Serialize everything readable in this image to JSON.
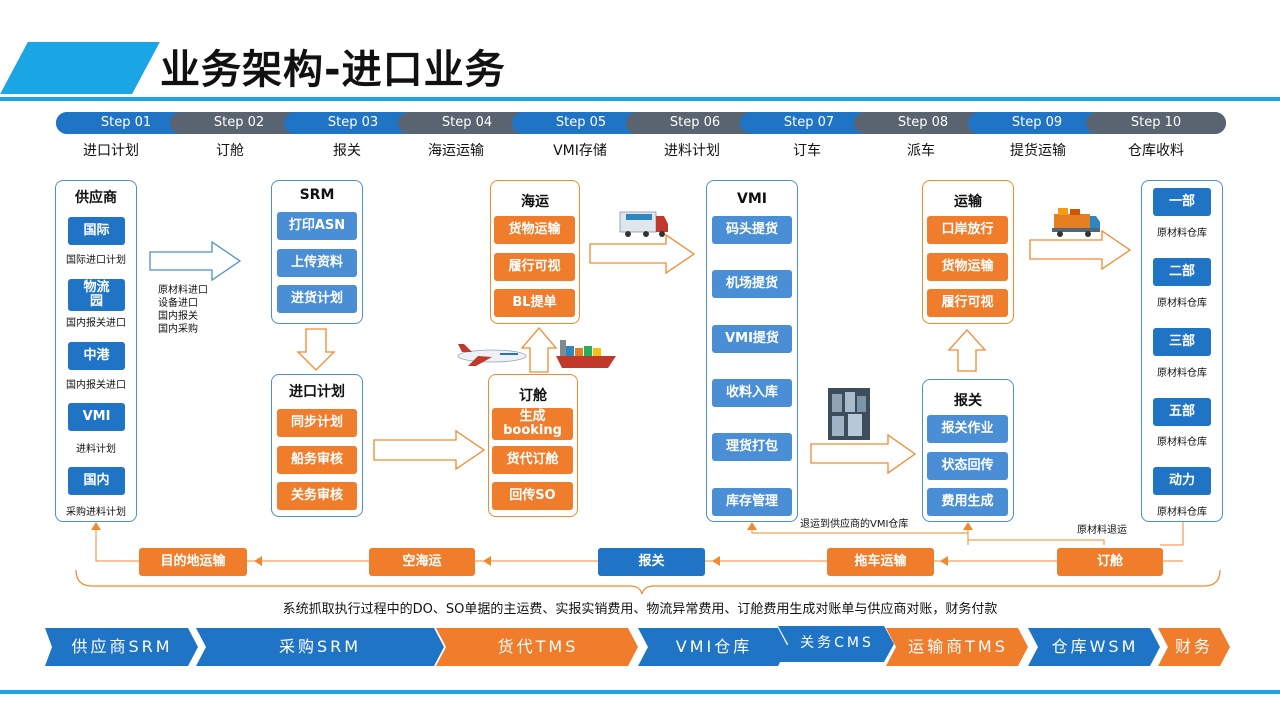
{
  "title": "业务架构-进口业务",
  "steps": [
    {
      "label": "Step 01",
      "name": "进口计划"
    },
    {
      "label": "Step 02",
      "name": "订舱"
    },
    {
      "label": "Step 03",
      "name": "报关"
    },
    {
      "label": "Step 04",
      "name": "海运运输"
    },
    {
      "label": "Step 05",
      "name": "VMI存储"
    },
    {
      "label": "Step 06",
      "name": "进料计划"
    },
    {
      "label": "Step 07",
      "name": "订车"
    },
    {
      "label": "Step 08",
      "name": "派车"
    },
    {
      "label": "Step 09",
      "name": "提货运输"
    },
    {
      "label": "Step 10",
      "name": "仓库收料"
    }
  ],
  "supplier": {
    "title": "供应商",
    "items": [
      {
        "label": "国际",
        "caption": "国际进口计划"
      },
      {
        "label": "物流\n园",
        "caption": "国内报关进口"
      },
      {
        "label": "中港",
        "caption": "国内报关进口"
      },
      {
        "label": "VMI",
        "caption": "进料计划"
      },
      {
        "label": "国内",
        "caption": "采购进料计划"
      }
    ]
  },
  "supplier_note": [
    "原材料进口",
    "设备进口",
    "国内报关",
    "国内采购"
  ],
  "srm": {
    "title": "SRM",
    "items": [
      "打印ASN",
      "上传资料",
      "进货计划"
    ]
  },
  "import_plan": {
    "title": "进口计划",
    "items": [
      "同步计划",
      "船务审核",
      "关务审核"
    ]
  },
  "sea": {
    "title": "海运",
    "items": [
      "货物运输",
      "履行可视",
      "BL提单"
    ]
  },
  "booking": {
    "title": "订舱",
    "items": [
      "生成\nbooking",
      "货代订舱",
      "回传SO"
    ]
  },
  "vmi": {
    "title": "VMI",
    "items": [
      "码头提货",
      "机场提货",
      "VMI提货",
      "收料入库",
      "理货打包",
      "库存管理"
    ]
  },
  "transport": {
    "title": "运输",
    "items": [
      "口岸放行",
      "货物运输",
      "履行可视"
    ]
  },
  "customs": {
    "title": "报关",
    "items": [
      "报关作业",
      "状态回传",
      "费用生成"
    ]
  },
  "warehouse": {
    "items": [
      {
        "label": "一部",
        "caption": "原材料仓库"
      },
      {
        "label": "二部",
        "caption": "原材料仓库"
      },
      {
        "label": "三部",
        "caption": "原材料仓库"
      },
      {
        "label": "五部",
        "caption": "原材料仓库"
      },
      {
        "label": "动力",
        "caption": "原材料仓库"
      }
    ]
  },
  "return_notes": {
    "vmi": "退运到供应商的VMI仓库",
    "material": "原材料退运"
  },
  "return_flow": [
    "目的地运输",
    "空海运",
    "报关",
    "拖车运输",
    "订舱"
  ],
  "summary": "系统抓取执行过程中的DO、SO单据的主运费、实报实销费用、物流异常费用、订舱费用生成对账单与供应商对账，财务付款",
  "systems": [
    "供应商SRM",
    "采购SRM",
    "货代TMS",
    "VMI仓库",
    "关务CMS",
    "运输商TMS",
    "仓库WSM",
    "财务"
  ],
  "colors": {
    "accent": "#1aa6e4",
    "blue": "#1f74c6",
    "orange": "#ef7d2c",
    "gray": "#5a6470"
  }
}
